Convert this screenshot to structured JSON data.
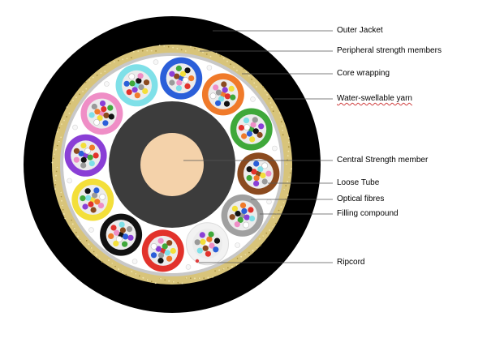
{
  "labels": {
    "outer_jacket": "Outer Jacket",
    "peripheral_strength": "Peripheral strength members",
    "core_wrapping": "Core wrapping",
    "water_swellable": "Water-swellable yarn",
    "central_strength": "Central Strength member",
    "loose_tube": "Loose Tube",
    "optical_fibres": "Optical fibres",
    "filling_compound": "Filling compound",
    "ripcord": "Ripcord"
  },
  "colors": {
    "outer_jacket": "#000000",
    "strength_band": "#d8c47a",
    "core_wrap": "#c8c8c8",
    "filling": "#ffffff",
    "central_member": "#f4d2aa",
    "central_sheath": "#3c3c3c",
    "ripcord": "#e03c3c",
    "leader_line": "#555555"
  },
  "tubes": [
    {
      "name": "blue",
      "color": "#2b5fd9"
    },
    {
      "name": "orange",
      "color": "#f07a2a"
    },
    {
      "name": "green",
      "color": "#3fa83a"
    },
    {
      "name": "brown",
      "color": "#8b4a1e"
    },
    {
      "name": "slate",
      "color": "#a0a0a0"
    },
    {
      "name": "white",
      "color": "#f2f2f2"
    },
    {
      "name": "red",
      "color": "#e2322b"
    },
    {
      "name": "black",
      "color": "#111111"
    },
    {
      "name": "yellow",
      "color": "#f3df3a"
    },
    {
      "name": "violet",
      "color": "#8a3fd6"
    },
    {
      "name": "rose",
      "color": "#ef8ec6"
    },
    {
      "name": "aqua",
      "color": "#7fe0e8"
    }
  ],
  "fibre_colors": [
    "#2b5fd9",
    "#f07a2a",
    "#3fa83a",
    "#8b4a1e",
    "#9a9a9a",
    "#ffffff",
    "#e2322b",
    "#111111",
    "#f3df3a",
    "#8a3fd6",
    "#ef8ec6",
    "#7fe0e8"
  ]
}
